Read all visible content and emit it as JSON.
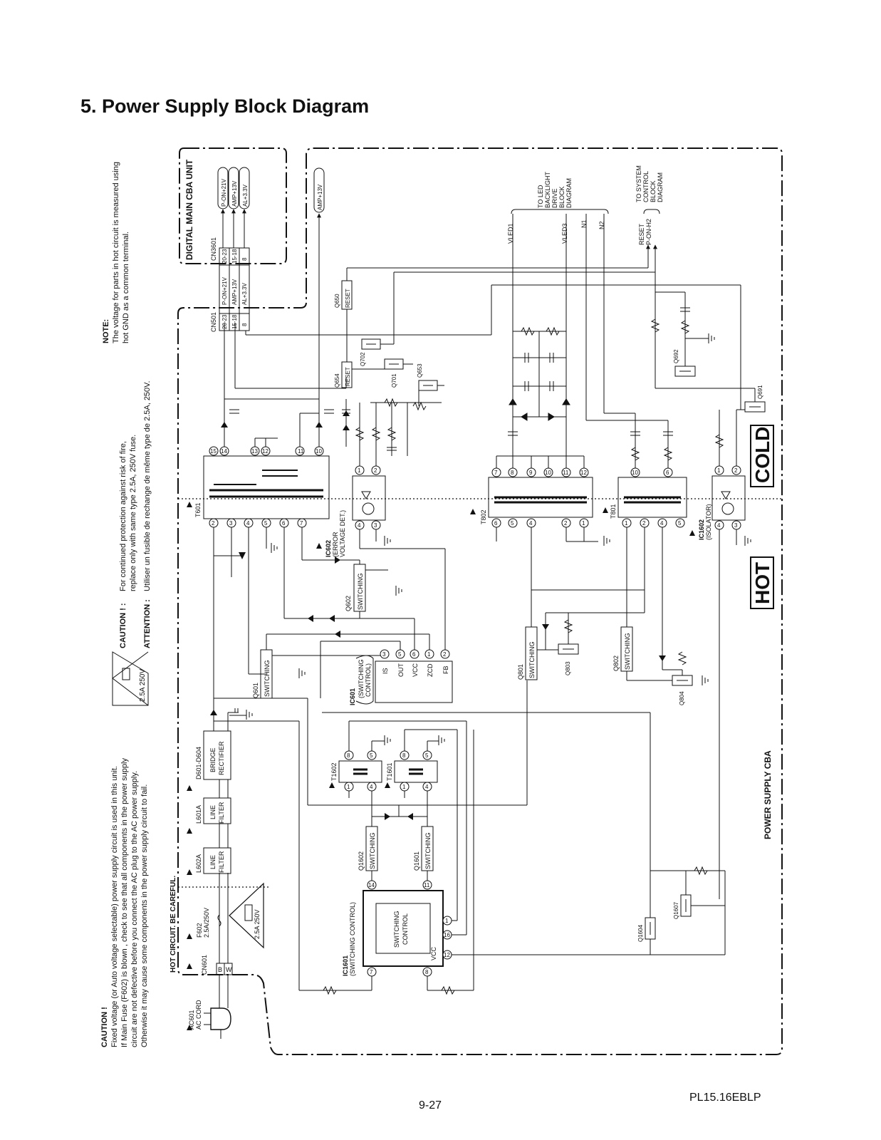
{
  "page": {
    "title": "5. Power Supply Block Diagram",
    "page_number": "9-27",
    "doc_code": "PL15.16EBLP"
  },
  "notes": {
    "note_heading": "NOTE:",
    "note_lines": [
      "The voltage for parts in hot circuit is measured using",
      "hot GND as a common terminal."
    ],
    "caution1_heading": "CAUTION ! :",
    "caution1_lines": [
      "For continued protection against risk of fire,",
      "replace only with same type 2.5A, 250V fuse."
    ],
    "attention_heading": "ATTENTION :",
    "attention_line": "Utiliser un fusible de rechange de même type de 2.5A, 250V.",
    "fuse_rating": "2.5A  250V",
    "caution2_heading": "CAUTION !",
    "caution2_lines": [
      "Fixed voltage (or Auto voltage selectable) power supply circuit is used in this unit.",
      "If Main Fuse (F602) is blown , check to see that all components in the power supply",
      "circuit are not defective before you connect the AC plug to the AC power supply.",
      "Otherwise it may cause some components in the power supply circuit to fail."
    ]
  },
  "areas": {
    "digital_main": "DIGITAL MAIN CBA UNIT",
    "power_supply": "POWER SUPPLY CBA",
    "hot_circuit": "HOT CIRCUIT. BE CAREFUL.",
    "hot": "HOT",
    "cold": "COLD"
  },
  "connectors": {
    "cn3601": "CN3601",
    "cn501": "CN501",
    "cn601": "CN601",
    "ac601": [
      "AC601",
      "AC CORD"
    ],
    "cn3601_pins": [
      [
        "20-23",
        "P-ON+21V"
      ],
      [
        "15-18",
        "AMP+13V"
      ],
      [
        "8",
        "AL+3.3V"
      ]
    ],
    "signals_top": [
      "P-ON+21V",
      "AMP+13V",
      "AL+3.3V"
    ],
    "amp13": "AMP+13V",
    "cn601_pins": [
      "B",
      "W"
    ]
  },
  "destinations": {
    "led_backlight": [
      "TO LED",
      "BACKLIGHT",
      "DRIVE",
      "BLOCK",
      "DIAGRAM"
    ],
    "system_control": [
      "TO SYSTEM",
      "CONTROL",
      "BLOCK",
      "DIAGRAM"
    ],
    "led_signals": [
      "VLED1",
      "VLED3",
      "N1",
      "N2"
    ],
    "sys_signals": [
      "RESET",
      "P-ON-H2"
    ]
  },
  "components": {
    "f602": [
      "F602",
      "2.5A/250V"
    ],
    "fuse_box2": "2.5A 250V",
    "l602a": [
      "L602A",
      "LINE",
      "FILTER"
    ],
    "l601a": [
      "L601A",
      "LINE",
      "FILTER"
    ],
    "d601": [
      "D601-D604",
      "BRIDGE",
      "RECTIFIER"
    ],
    "t601": "T601",
    "t802": "T802",
    "t801": "T801",
    "t1602": "T1602",
    "t1601": "T1601",
    "q601": [
      "Q601",
      "SWITCHING"
    ],
    "q602": [
      "Q602",
      "SWITCHING"
    ],
    "q801": [
      "Q801",
      "SWITCHING"
    ],
    "q802": [
      "Q802",
      "SWITCHING"
    ],
    "q803": "Q803",
    "q804": "Q804",
    "q1601": [
      "Q1601",
      "SWITCHING"
    ],
    "q1602": [
      "Q1602",
      "SWITCHING"
    ],
    "q1604": "Q1604",
    "q1607": "Q1607",
    "q650": [
      "Q650",
      "RESET"
    ],
    "q654": [
      "Q654",
      "RESET"
    ],
    "q653": "Q653",
    "q701": "Q701",
    "q702": "Q702",
    "q691": "Q691",
    "q692": "Q692",
    "ic602": [
      "IC602",
      "(ERROR",
      "VOLTAGE DET.)"
    ],
    "ic1602": [
      "IC1602",
      "(ISOLATOR)"
    ],
    "ic601": [
      "IC601",
      "(SWITCHING",
      "CONTROL)"
    ],
    "ic601_pins": [
      [
        "3",
        "IS"
      ],
      [
        "5",
        "OUT"
      ],
      [
        "6",
        "VCC"
      ],
      [
        "1",
        "ZCD"
      ],
      [
        "2",
        "FB"
      ]
    ],
    "ic1601": [
      "IC1601",
      "(SWITCHING CONTROL)"
    ],
    "ic1601_inner": [
      "SWITCHING",
      "CONTROL"
    ],
    "ic1601_vcc": "VCC"
  }
}
